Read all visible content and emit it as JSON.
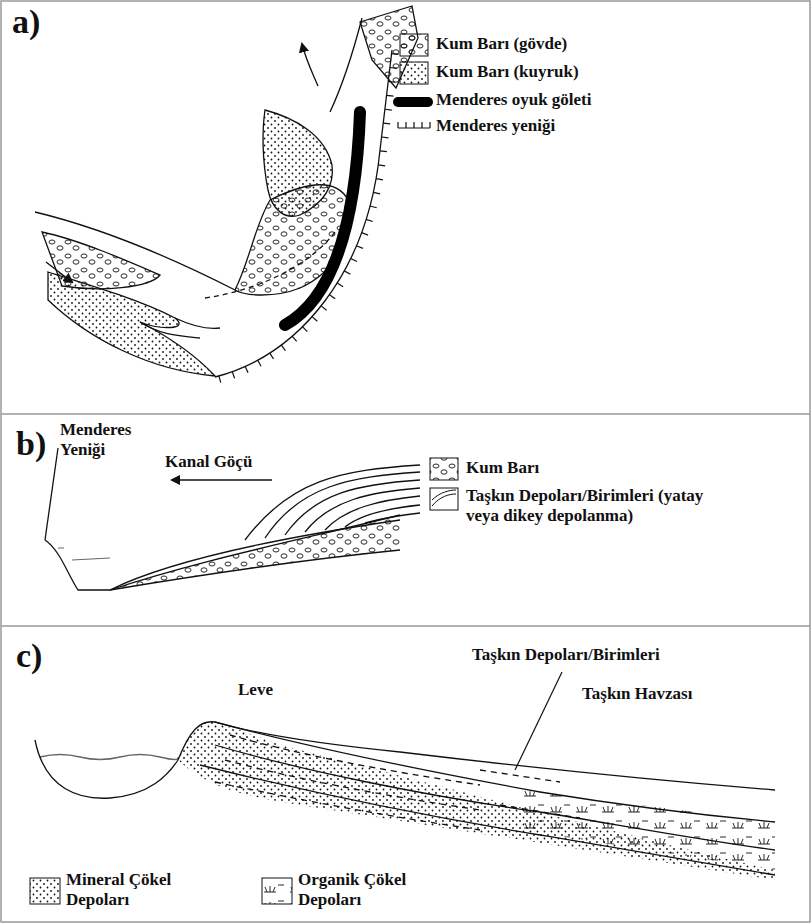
{
  "diagram": {
    "labels": [
      "a)",
      "b)",
      "Menderes Yeniği",
      "Kanal Göçü",
      "c)",
      "Leve",
      "Taşkın Depoları/Birimleri",
      "Taşkın Havzası"
    ],
    "legend": [
      {
        "text": "Kum Barı (gövde)"
      },
      {
        "text": "Kum Barı (kuyruk)"
      },
      {
        "text": "Menderes oyuk göleti"
      },
      {
        "text": "Menderes yeniği"
      },
      {
        "text": "Kum Barı"
      },
      {
        "text": "Taşkın Depoları/Birimleri (yatay veya dikey depolanma)"
      },
      {
        "text": "Mineral Çökel Depoları"
      },
      {
        "text": "Organik Çökel Depoları"
      }
    ]
  }
}
